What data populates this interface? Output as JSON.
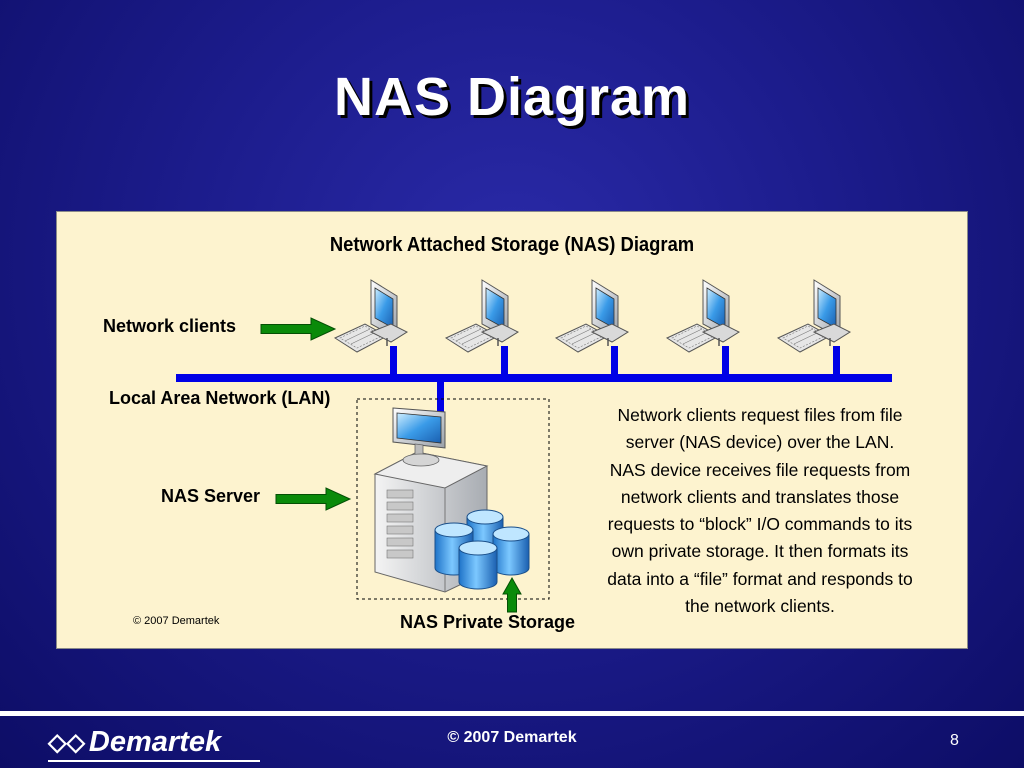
{
  "slide": {
    "title": "NAS Diagram"
  },
  "diagram": {
    "title": "Network Attached Storage (NAS) Diagram",
    "labels": {
      "network_clients": "Network clients",
      "lan": "Local Area Network (LAN)",
      "nas_server": "NAS Server",
      "nas_private_storage": "NAS Private Storage",
      "copyright": "© 2007 Demartek"
    },
    "description": [
      "Network clients request files from file",
      "server (NAS device) over the LAN.",
      "NAS device receives file requests from",
      "network clients and translates those",
      "requests to “block” I/O commands to its",
      "own private storage. It then formats its",
      "data into a “file” format and responds to",
      "the network clients."
    ],
    "client_count": 5,
    "colors": {
      "lan_line": "#0000e6",
      "arrow": "#0a8a0a",
      "panel": "#fdf3cf"
    }
  },
  "footer": {
    "logo_text": "Demartek",
    "copyright": "© 2007 Demartek",
    "page_number": "8"
  }
}
